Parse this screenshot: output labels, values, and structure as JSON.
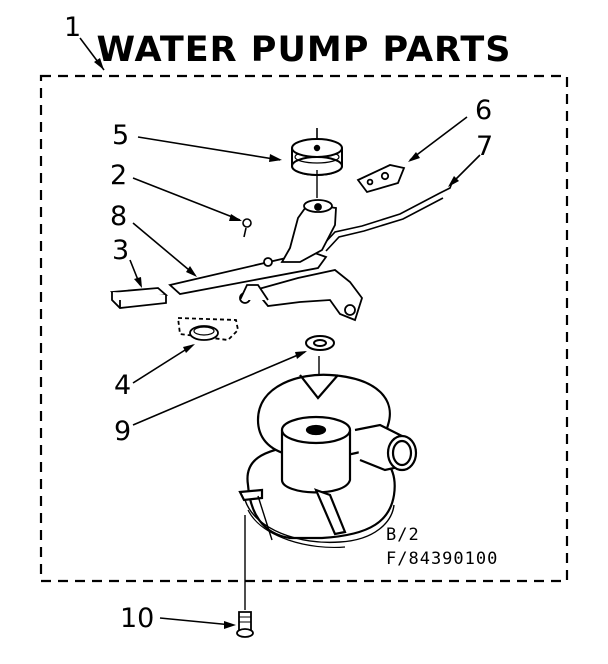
{
  "title": "WATER PUMP PARTS",
  "callouts": {
    "c1": "1",
    "c2": "2",
    "c3": "3",
    "c4": "4",
    "c5": "5",
    "c6": "6",
    "c7": "7",
    "c8": "8",
    "c9": "9",
    "c10": "10"
  },
  "drawing_codes": {
    "line1": "B/2",
    "line2": "F/84390100"
  }
}
